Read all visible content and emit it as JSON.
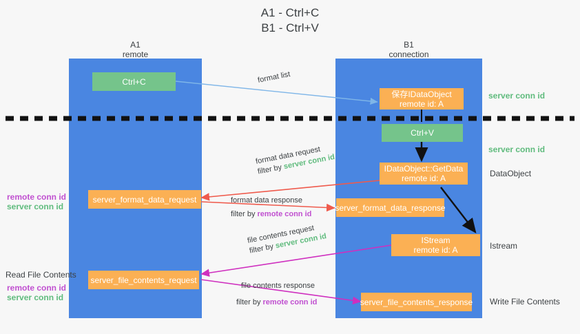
{
  "title": "A1 - Ctrl+C\nB1 - Ctrl+V",
  "lanes": [
    {
      "name": "lane-a1",
      "header": "A1\nremote"
    },
    {
      "name": "lane-b1",
      "header": "B1\nconnection"
    }
  ],
  "nodes": {
    "ctrl_c": "Ctrl+C",
    "save_idataobject": "保存IDataObject\nremote id: A",
    "ctrl_v": "Ctrl+V",
    "getdata": "IDataObject::GetData\nremote id: A",
    "format_data_request": "server_format_data_request",
    "format_data_response": "server_format_data_response",
    "istream": "IStream\nremote id: A",
    "file_contents_request": "server_file_contents_request",
    "file_contents_response": "server_file_contents_response"
  },
  "edges": {
    "format_list": "format list",
    "format_data_request_l1": "format data request",
    "format_data_request_l2_pre": "filter by ",
    "format_data_request_l2_key": "server conn id",
    "format_data_response_l1": "format data response",
    "format_data_response_l2_pre": "filter by ",
    "format_data_response_l2_key": "remote conn id",
    "file_contents_request_l1": "file contents request",
    "file_contents_request_l2_pre": "filter by ",
    "file_contents_request_l2_key": "server conn id",
    "file_contents_response_l1": "file contents response",
    "file_contents_response_l2_pre": "filter by ",
    "file_contents_response_l2_key": "remote conn id"
  },
  "annotations": {
    "right_server_conn_top": "server conn id",
    "right_server_conn_mid": "server conn id",
    "right_dataobject": "DataObject",
    "right_istream": "Istream",
    "right_write_file_contents": "Write File Contents",
    "left_remote_conn_1": "remote conn id",
    "left_server_conn_1": "server conn id",
    "left_read_file_contents": "Read File Contents",
    "left_remote_conn_2": "remote conn id",
    "left_server_conn_2": "server conn id"
  },
  "colors": {
    "lane": "#4a86e1",
    "green_node": "#75c48b",
    "orange_node": "#fbb054",
    "server_conn": "#5fbb7d",
    "remote_conn": "#c050d0",
    "blue_arrow": "#7fb6e8",
    "red_arrow": "#ef5a4c",
    "magenta_arrow": "#cf2fbf",
    "black_arrow": "#111111",
    "background": "#f7f7f7"
  }
}
